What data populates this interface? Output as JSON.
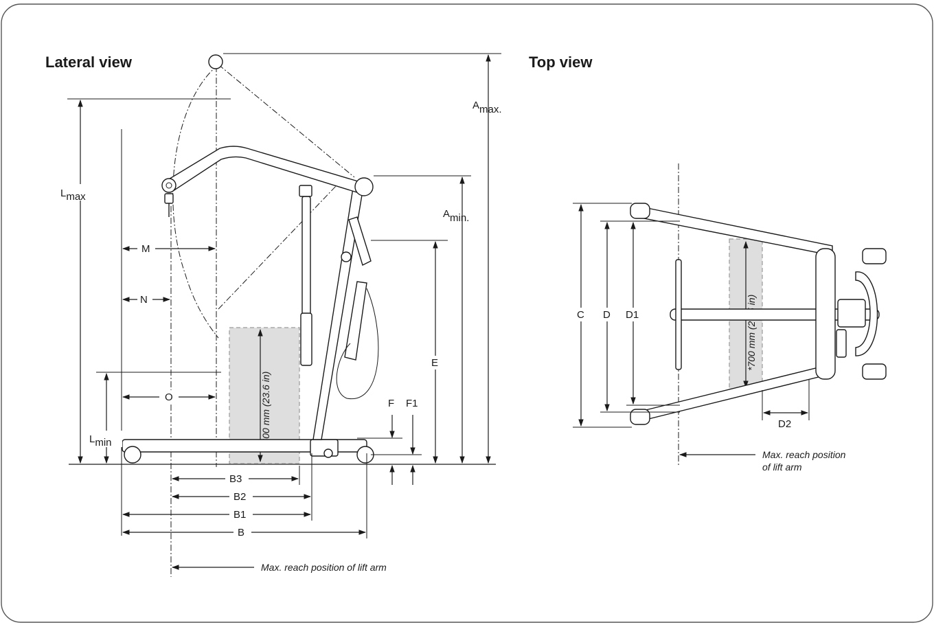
{
  "titles": {
    "lateral": "Lateral view",
    "top": "Top view"
  },
  "dimensions": {
    "a_max": {
      "main": "A",
      "sub": "max."
    },
    "a_min": {
      "main": "A",
      "sub": "min."
    },
    "l_max": {
      "main": "L",
      "sub": "max"
    },
    "l_min": {
      "main": "L",
      "sub": "min"
    },
    "m": "M",
    "n": "N",
    "o": "O",
    "e": "E",
    "f": "F",
    "f1": "F1",
    "b": "B",
    "b1": "B1",
    "b2": "B2",
    "b3": "B3",
    "c": "C",
    "d": "D",
    "d1": "D1",
    "d2": "D2"
  },
  "clearance": {
    "lateral": "*600 mm (23.6 in)",
    "top": "*700 mm (27.5 in)"
  },
  "notes": {
    "lateral_reach": "Max. reach position of lift arm",
    "top_reach_line1": "Max. reach position",
    "top_reach_line2": "of lift arm"
  },
  "colors": {
    "line": "#1a1a1a",
    "clearance_fill": "#dedede",
    "frame": "#555555"
  }
}
